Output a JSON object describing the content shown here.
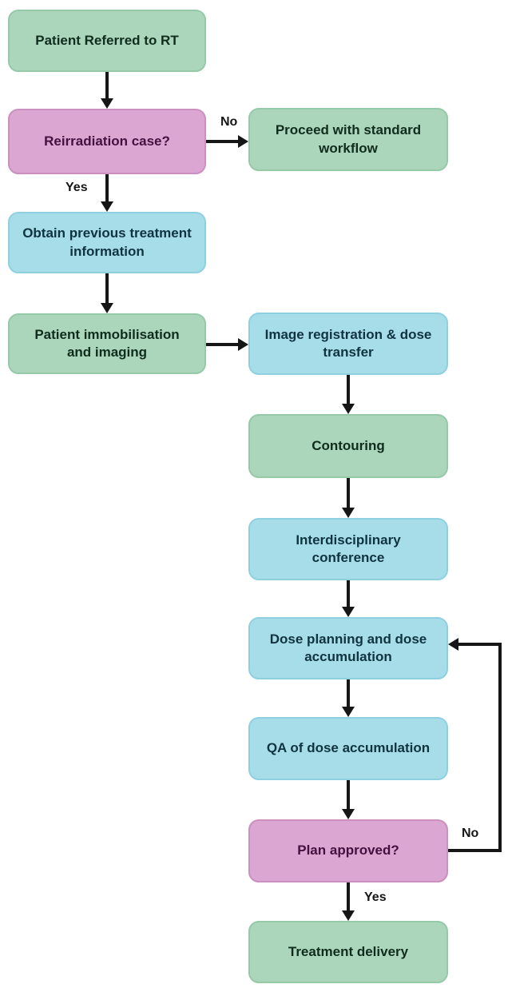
{
  "diagram": {
    "nodes": [
      {
        "id": "patient-referred",
        "label": "Patient Referred to RT",
        "type": "green"
      },
      {
        "id": "reirradiation-case",
        "label": "Reirradiation case?",
        "type": "pink"
      },
      {
        "id": "standard-workflow",
        "label": "Proceed with standard workflow",
        "type": "green"
      },
      {
        "id": "previous-treatment",
        "label": "Obtain previous treatment information",
        "type": "blue"
      },
      {
        "id": "immobilisation",
        "label": "Patient immobilisation and imaging",
        "type": "green"
      },
      {
        "id": "image-registration",
        "label": "Image registration & dose transfer",
        "type": "blue"
      },
      {
        "id": "contouring",
        "label": "Contouring",
        "type": "green"
      },
      {
        "id": "conference",
        "label": "Interdisciplinary conference",
        "type": "blue"
      },
      {
        "id": "dose-planning",
        "label": "Dose planning and dose accumulation",
        "type": "blue"
      },
      {
        "id": "qa-dose",
        "label": "QA of dose accumulation",
        "type": "blue"
      },
      {
        "id": "plan-approved",
        "label": "Plan approved?",
        "type": "pink"
      },
      {
        "id": "treatment-delivery",
        "label": "Treatment delivery",
        "type": "green"
      }
    ],
    "edge_labels": [
      {
        "id": "no-standard",
        "label": "No"
      },
      {
        "id": "yes-reirradiation",
        "label": "Yes"
      },
      {
        "id": "no-replan",
        "label": "No"
      },
      {
        "id": "yes-approved",
        "label": "Yes"
      }
    ],
    "colors": {
      "green_fill": "#abd6bb",
      "green_border": "#95c9a8",
      "green_text": "#0f2c1c",
      "blue_fill": "#a7dde9",
      "blue_border": "#8fd0e0",
      "blue_text": "#0f3440",
      "pink_fill": "#dba7d2",
      "pink_border": "#cb90c0",
      "pink_text": "#431140",
      "arrow": "#161616",
      "background": "#ffffff"
    }
  }
}
